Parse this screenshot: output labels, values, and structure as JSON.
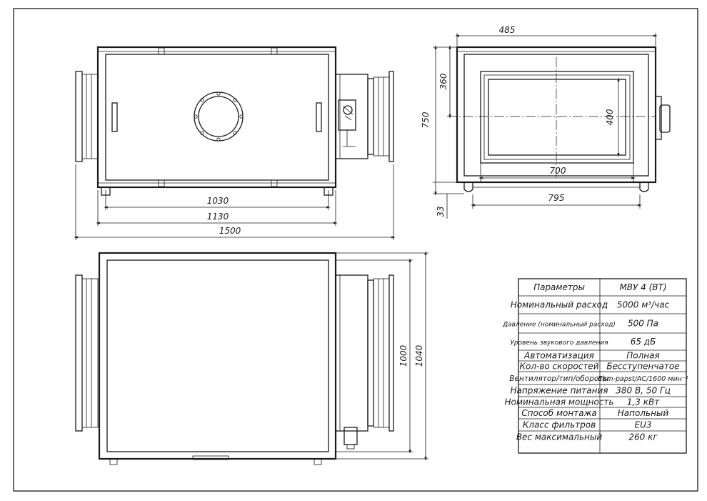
{
  "dimensions": {
    "front_inner_width": "1030",
    "front_width": "1130",
    "overall_length": "1500",
    "side_width": "485",
    "side_inner_height": "360",
    "side_height": "750",
    "opening_height": "400",
    "opening_width": "700",
    "side_total_width": "795",
    "foot_height": "33",
    "plan_inner_depth": "1000",
    "plan_depth": "1040"
  },
  "params_table": {
    "header": {
      "param": "Параметры",
      "value": "МВУ 4 (ВТ)"
    },
    "rows": [
      {
        "param": "Номинальный расход",
        "value": "5000 м³/час"
      },
      {
        "param": "Давление (номинальный расход)",
        "value": "500 Па"
      },
      {
        "param": "Уровень звукового давления",
        "value": "65 дБ"
      },
      {
        "param": "Автоматизация",
        "value": "Полная"
      },
      {
        "param": "Кол-во скоростей",
        "value": "Бесступенчатое"
      },
      {
        "param": "Вентилятор/тип/обороты",
        "value": "Ebm-papst/AC/1600 мин⁻¹"
      },
      {
        "param": "Напряжение питания",
        "value": "380 В, 50 Гц"
      },
      {
        "param": "Номинальная мощность",
        "value": "1,3 кВт"
      },
      {
        "param": "Способ монтажа",
        "value": "Напольный"
      },
      {
        "param": "Класс фильтров",
        "value": "EU3"
      },
      {
        "param": "Вес максимальный",
        "value": "260 кг"
      }
    ]
  }
}
